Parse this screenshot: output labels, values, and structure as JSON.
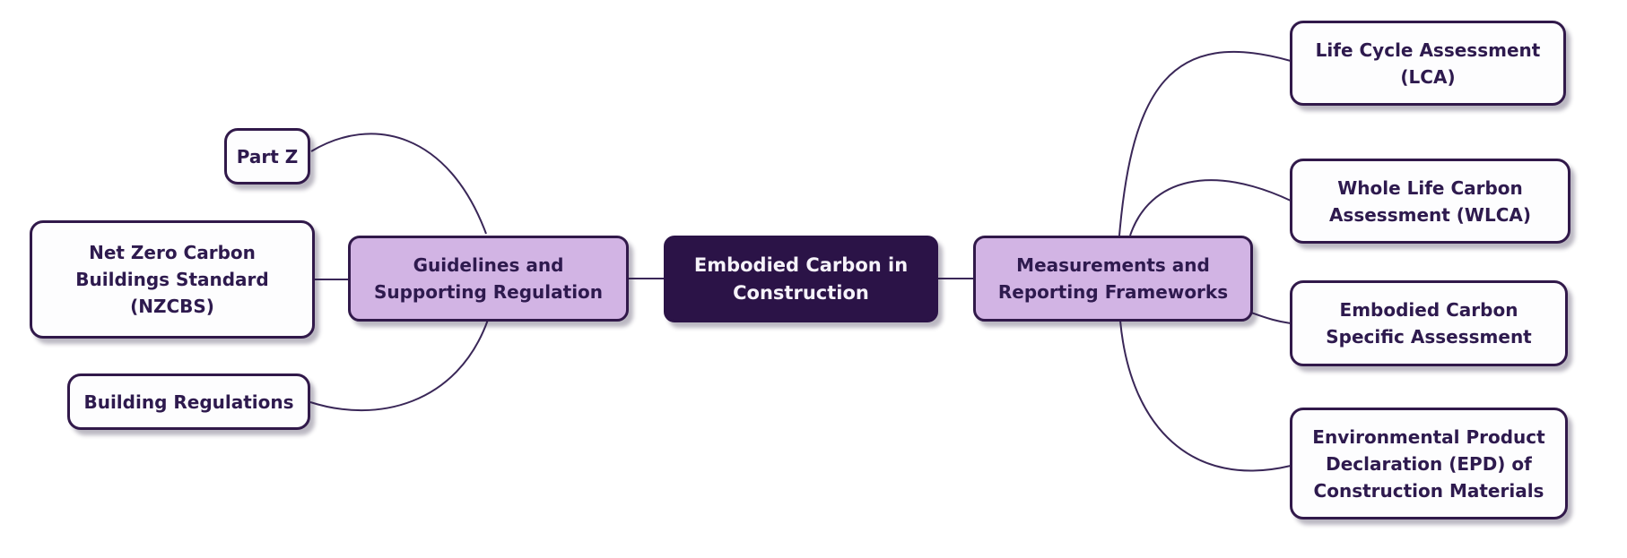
{
  "diagram": {
    "type": "mindmap",
    "topic": "Embodied Carbon in Construction",
    "colors": {
      "root_fill": "#2b1347",
      "root_text": "#f6f3fa",
      "branch_fill": "#d2b4e4",
      "node_border": "#31194a",
      "leaf_fill": "#fdfdfe",
      "node_text": "#2e1a4e",
      "connector": "#3a2758",
      "background": "#ffffff"
    },
    "root": {
      "label": "Embodied Carbon in Construction",
      "lines": [
        "Embodied Carbon in",
        "Construction"
      ]
    },
    "branches": {
      "guidelines": {
        "label": "Guidelines and Supporting Regulation",
        "lines": [
          "Guidelines and",
          "Supporting Regulation"
        ]
      },
      "measurements": {
        "label": "Measurements and Reporting Frameworks",
        "lines": [
          "Measurements and",
          "Reporting Frameworks"
        ]
      }
    },
    "leaves": {
      "part_z": {
        "label": "Part Z",
        "lines": [
          "Part Z"
        ]
      },
      "nzcbs": {
        "label": "Net Zero Carbon Buildings Standard (NZCBS)",
        "lines": [
          "Net Zero Carbon",
          "Buildings Standard",
          "(NZCBS)"
        ]
      },
      "building_regulations": {
        "label": "Building Regulations",
        "lines": [
          "Building Regulations"
        ]
      },
      "lca": {
        "label": "Life Cycle Assessment (LCA)",
        "lines": [
          "Life Cycle Assessment",
          "(LCA)"
        ]
      },
      "wlca": {
        "label": "Whole Life Carbon Assessment (WLCA)",
        "lines": [
          "Whole Life Carbon",
          "Assessment (WLCA)"
        ]
      },
      "embodied_specific": {
        "label": "Embodied Carbon Specific Assessment",
        "lines": [
          "Embodied Carbon",
          "Specific Assessment"
        ]
      },
      "epd": {
        "label": "Environmental Product Declaration (EPD) of Construction Materials",
        "lines": [
          "Environmental Product",
          "Declaration (EPD) of",
          "Construction Materials"
        ]
      }
    }
  }
}
